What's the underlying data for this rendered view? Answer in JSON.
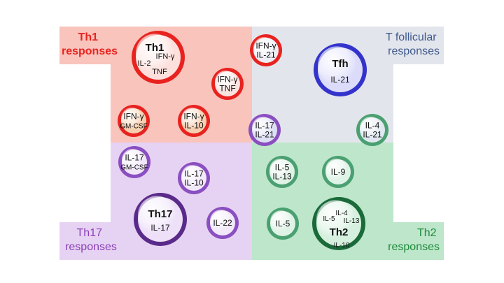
{
  "quadrants": {
    "th1": {
      "title": [
        "Th1",
        "responses"
      ],
      "fill": "#f8c4bc",
      "text_color": "#e8231f"
    },
    "tfh": {
      "title": [
        "T follicular",
        "responses"
      ],
      "fill": "#e3e5ec",
      "text_color": "#3f5a8c"
    },
    "th17": {
      "title": [
        "Th17",
        "responses"
      ],
      "fill": "#e6d3f3",
      "text_color": "#8a3fb5"
    },
    "th2": {
      "title": [
        "Th2",
        "responses"
      ],
      "fill": "#bde6cb",
      "text_color": "#1f8a3a"
    }
  },
  "cells": [
    {
      "id": "th1-main",
      "type": "main",
      "color": "#e8231f",
      "inner": "#fde0dc",
      "label": "Th1",
      "cytokines": [
        "IFN-γ",
        "IL-2",
        "TNF"
      ]
    },
    {
      "id": "th1-ifng-tnf",
      "type": "small",
      "color": "#e8231f",
      "inner": "#fbe3e0",
      "lines": [
        "IFN-γ",
        "TNF"
      ]
    },
    {
      "id": "th1-ifng-gmcsf",
      "type": "small",
      "color": "#e8231f",
      "inner": "#f6cfb0",
      "lines": [
        "IFN-γ",
        "GM-CSF"
      ]
    },
    {
      "id": "th1-ifng-il10",
      "type": "small",
      "color": "#e8231f",
      "inner": "#f6cfb0",
      "lines": [
        "IFN-γ",
        "IL-10"
      ]
    },
    {
      "id": "tfh-ifng-il21",
      "type": "small",
      "color": "#e8231f",
      "inner": "#eceef6",
      "lines": [
        "IFN-γ",
        "IL-21"
      ]
    },
    {
      "id": "tfh-main",
      "type": "main",
      "color": "#3333cc",
      "inner": "#dcdcfa",
      "label": "Tfh",
      "cytokines": [
        "IL-21"
      ]
    },
    {
      "id": "tfh-il17-il21",
      "type": "small",
      "color": "#8a4fc0",
      "inner": "#dde0f4",
      "lines": [
        "IL-17",
        "IL-21"
      ]
    },
    {
      "id": "tfh-il4-il21",
      "type": "small",
      "color": "#4aa070",
      "inner": "#dfe8f0",
      "lines": [
        "IL-4",
        "IL-21"
      ]
    },
    {
      "id": "th17-il17-gmcsf",
      "type": "small",
      "color": "#8a4fc0",
      "inner": "#efe6f8",
      "lines": [
        "IL-17",
        "GM-CSF"
      ]
    },
    {
      "id": "th17-il17-il10",
      "type": "small",
      "color": "#8a4fc0",
      "inner": "#f1e8f9",
      "lines": [
        "IL-17",
        "IL-10"
      ]
    },
    {
      "id": "th17-main",
      "type": "main",
      "color": "#5a2a8a",
      "inner": "#ede0f8",
      "label": "Th17",
      "cytokines": [
        "IL-17"
      ]
    },
    {
      "id": "th17-il22",
      "type": "small",
      "color": "#8a4fc0",
      "inner": "#f1e8f9",
      "lines": [
        "IL-22"
      ]
    },
    {
      "id": "th2-il5-il13",
      "type": "small",
      "color": "#4aa070",
      "inner": "#dff2e6",
      "lines": [
        "IL-5",
        "IL-13"
      ]
    },
    {
      "id": "th2-il9",
      "type": "small",
      "color": "#4aa070",
      "inner": "#dff2e6",
      "lines": [
        "IL-9"
      ]
    },
    {
      "id": "th2-il5",
      "type": "small",
      "color": "#4aa070",
      "inner": "#dff2e6",
      "lines": [
        "IL-5"
      ]
    },
    {
      "id": "th2-main",
      "type": "main",
      "color": "#1a6a3a",
      "inner": "#d6f0de",
      "label": "Th2",
      "cytokines": [
        "IL-4",
        "IL-5",
        "IL-13",
        "IL-10"
      ]
    }
  ]
}
